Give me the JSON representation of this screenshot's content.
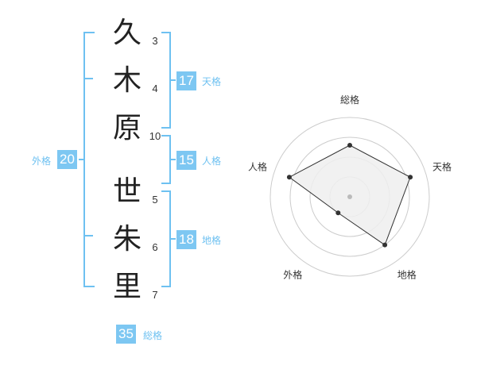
{
  "name": {
    "chars": [
      "久",
      "木",
      "原",
      "世",
      "朱",
      "里"
    ],
    "strokes": [
      "3",
      "4",
      "10",
      "5",
      "6",
      "7"
    ]
  },
  "scores": {
    "tenkaku": {
      "value": "17",
      "label": "天格"
    },
    "jinkaku": {
      "value": "15",
      "label": "人格"
    },
    "chikaku": {
      "value": "18",
      "label": "地格"
    },
    "gaikaku": {
      "value": "20",
      "label": "外格"
    },
    "soukaku": {
      "value": "35",
      "label": "総格"
    }
  },
  "chart_data": {
    "type": "radar",
    "axes": [
      "総格",
      "天格",
      "地格",
      "外格",
      "人格"
    ],
    "values": [
      0.65,
      0.8,
      0.75,
      0.25,
      0.8
    ],
    "range": [
      0,
      1
    ],
    "rings": 4,
    "colors": {
      "fill": "#efefef",
      "stroke": "#333333",
      "grid": "#cccccc",
      "point": "#333333"
    }
  },
  "colors": {
    "accent": "#7dc7f2",
    "bracket": "#6ec1f1"
  }
}
